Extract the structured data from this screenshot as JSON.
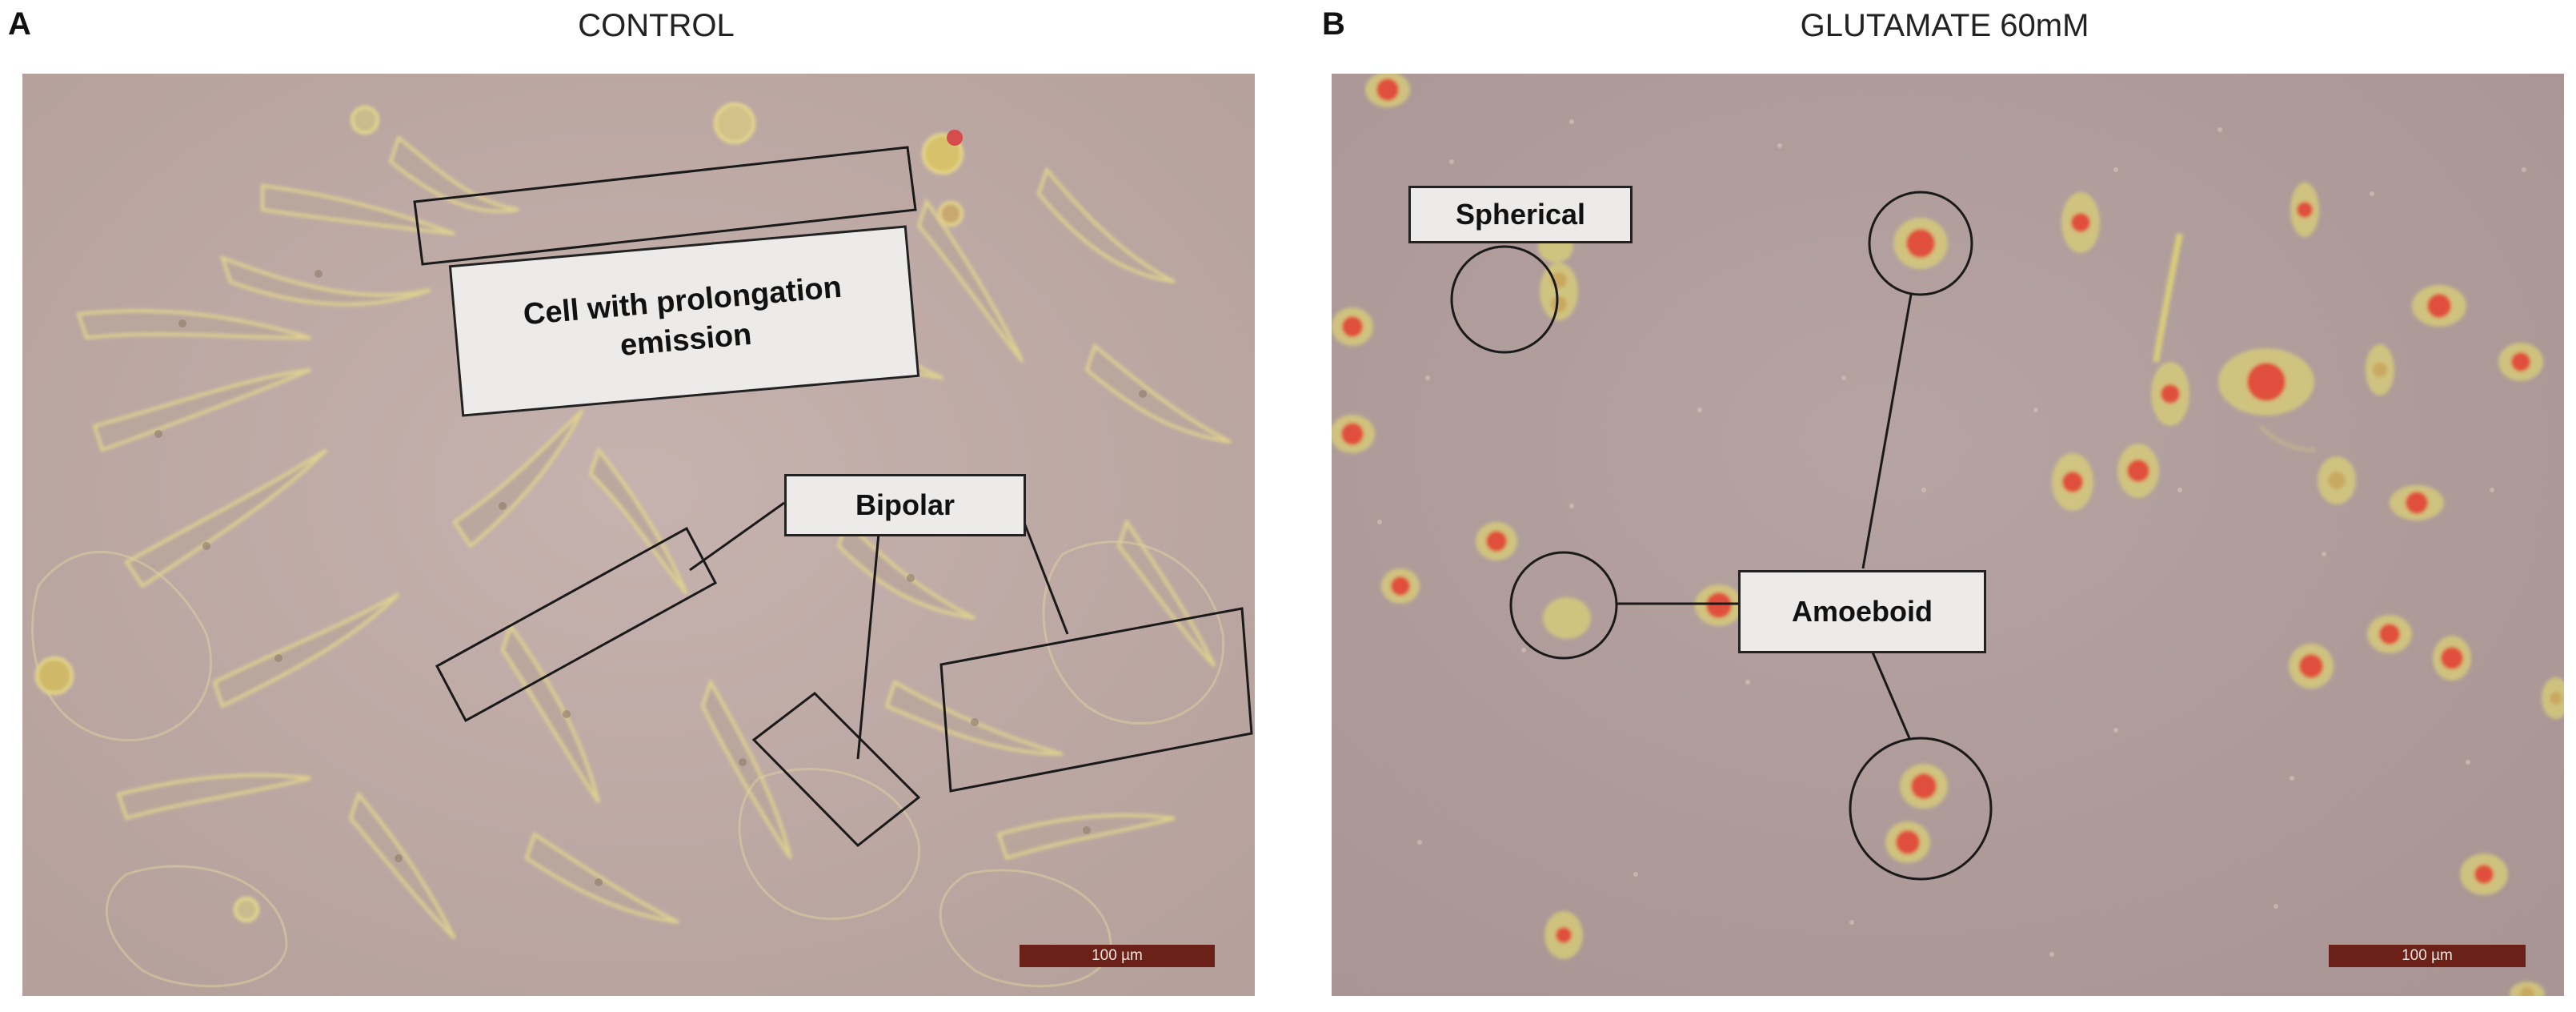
{
  "panels": [
    {
      "letter": "A",
      "title": "CONTROL",
      "labels": {
        "prolongation": "Cell with prolongation emission",
        "bipolar": "Bipolar"
      },
      "scale_bar": "100 µm"
    },
    {
      "letter": "B",
      "title": "GLUTAMATE 60mM",
      "labels": {
        "spherical": "Spherical",
        "amoeboid": "Amoeboid"
      },
      "scale_bar": "100 µm"
    }
  ],
  "colors": {
    "control_background": "#bfaaa6",
    "glutamate_background": "#b09e9c",
    "cell_outline": "#e8d98a",
    "stained_nucleus": "#e0503c",
    "annotation_line": "#1a1a1a",
    "scale_bar": "#6b2018"
  }
}
